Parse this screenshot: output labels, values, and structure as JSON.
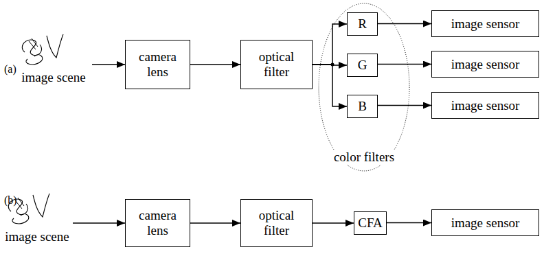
{
  "diagram": {
    "nodes": [
      {
        "text": [
          "image scene"
        ]
      },
      {
        "text": [
          "camera lens"
        ]
      },
      {
        "text": [
          "optical filter"
        ]
      },
      {
        "text": [
          "color filters"
        ]
      },
      {
        "text": [
          "R"
        ],
        "in": 3
      },
      {
        "text": [
          "G"
        ],
        "in": 3
      },
      {
        "text": [
          "B"
        ],
        "in": 3
      },
      {
        "text": [
          "image sensor"
        ]
      },
      {
        "text": [
          "image sensor"
        ]
      },
      {
        "text": [
          "image sensor"
        ]
      },
      {
        "text": [
          "image scene"
        ]
      },
      {
        "text": [
          "camera lens"
        ]
      },
      {
        "text": [
          "optical filter"
        ]
      },
      {
        "text": [
          "CFA"
        ]
      },
      {
        "text": [
          "image sensor"
        ]
      }
    ],
    "edges": [
      {
        "from": 0,
        "to": 1,
        "arrow": "to"
      },
      {
        "from": 1,
        "to": 2,
        "arrow": "to"
      },
      {
        "from": 2,
        "to": 4,
        "arrow": "to"
      },
      {
        "from": 2,
        "to": 5,
        "arrow": "to"
      },
      {
        "from": 2,
        "to": 6,
        "arrow": "to"
      },
      {
        "from": 4,
        "to": 7,
        "arrow": "to"
      },
      {
        "from": 5,
        "to": 8,
        "arrow": "to"
      },
      {
        "from": 6,
        "to": 9,
        "arrow": "to"
      },
      {
        "from": 10,
        "to": 11,
        "arrow": "to"
      },
      {
        "from": 11,
        "to": 12,
        "arrow": "to"
      },
      {
        "from": 12,
        "to": 13,
        "arrow": "to"
      },
      {
        "from": 13,
        "to": 14,
        "arrow": "to"
      }
    ],
    "labels": [
      "(a)",
      "(b)"
    ]
  }
}
